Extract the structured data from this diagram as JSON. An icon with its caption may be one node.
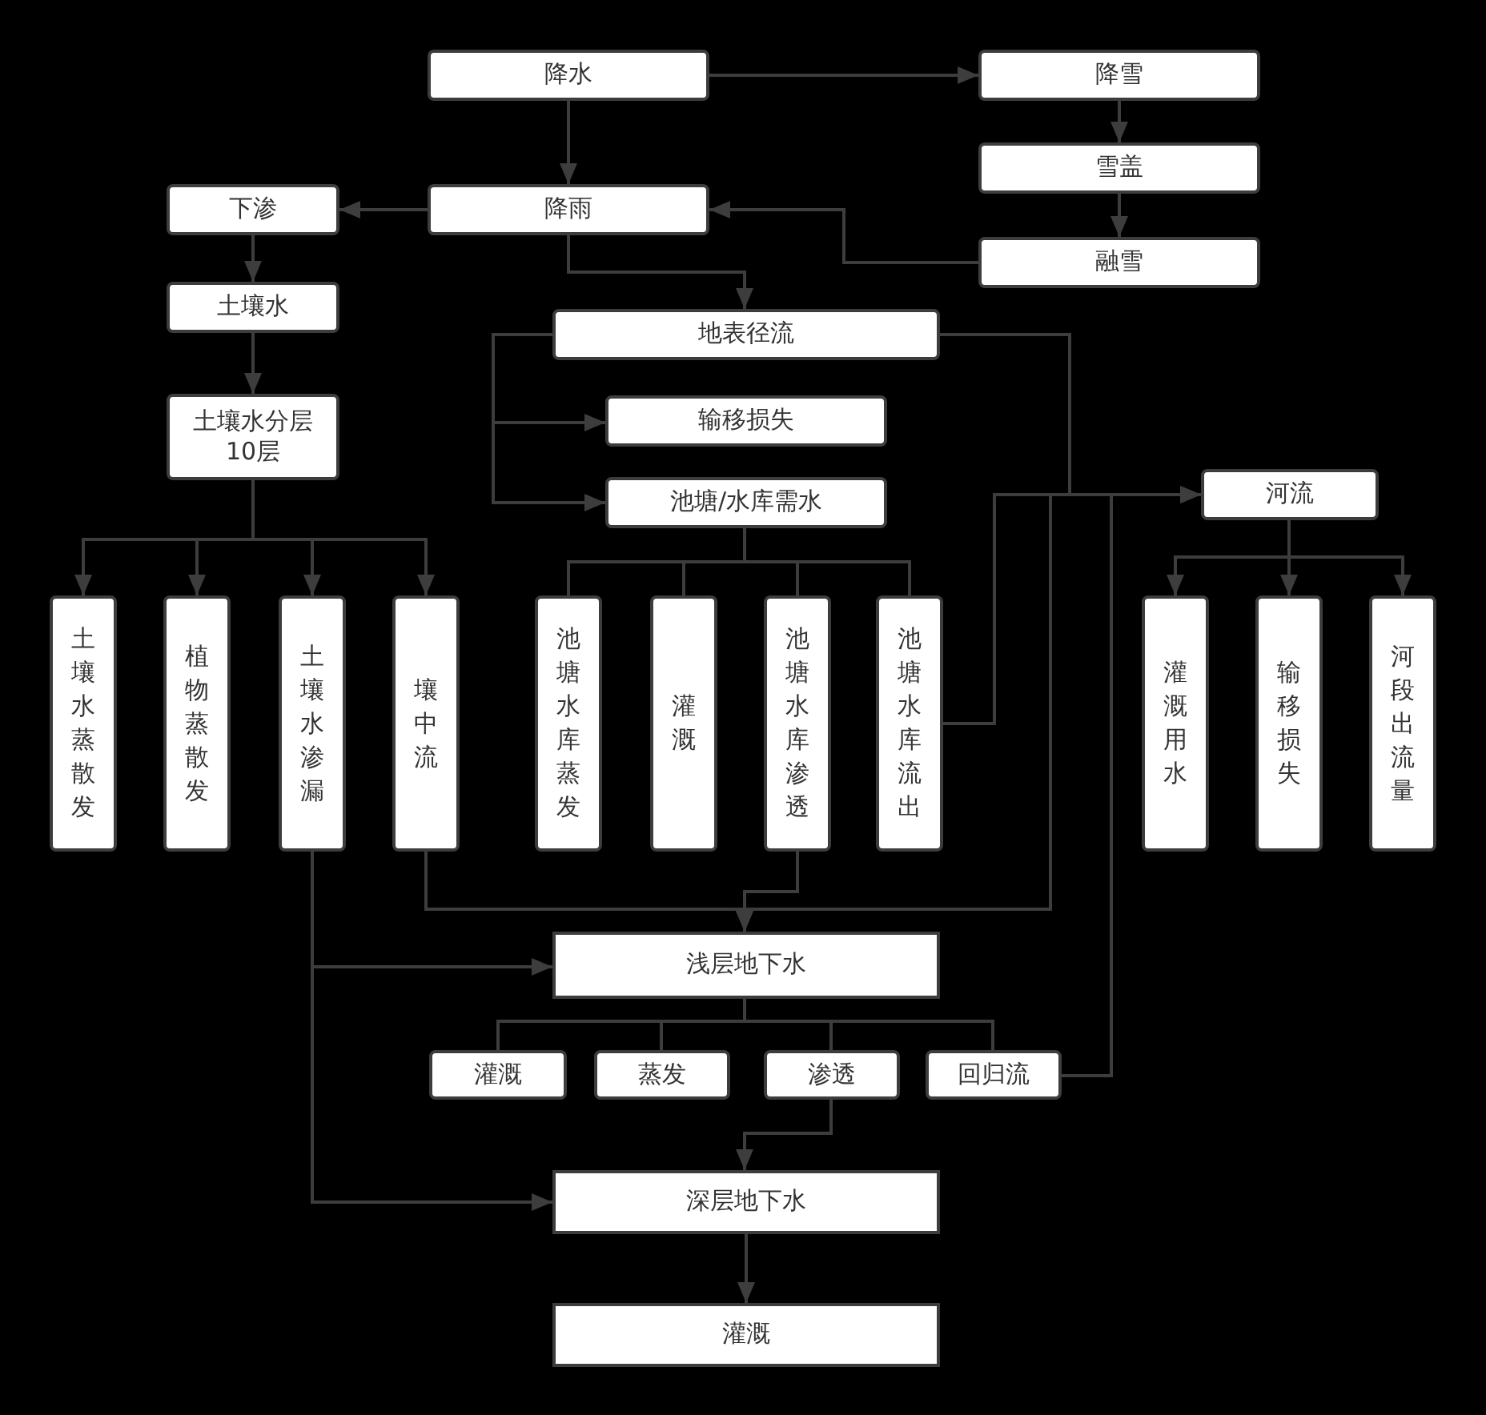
{
  "diagram": {
    "nodes": [
      {
        "text": [
          "降水"
        ]
      },
      {
        "text": [
          "降雪"
        ]
      },
      {
        "text": [
          "下渗"
        ]
      },
      {
        "text": [
          "降雨"
        ]
      },
      {
        "text": [
          "雪盖"
        ]
      },
      {
        "text": [
          "融雪"
        ]
      },
      {
        "text": [
          "土壤水"
        ]
      },
      {
        "text": [
          "地表径流"
        ]
      },
      {
        "text": [
          "输移损失"
        ]
      },
      {
        "text": [
          "土壤水分层",
          "10层"
        ]
      },
      {
        "text": [
          "河流"
        ]
      },
      {
        "text": [
          "池塘/水库需水"
        ]
      },
      {
        "text": [
          "土壤水蒸散发"
        ]
      },
      {
        "text": [
          "植物蒸散发"
        ]
      },
      {
        "text": [
          "土壤水渗漏"
        ]
      },
      {
        "text": [
          "壤中流"
        ]
      },
      {
        "text": [
          "池塘水库蒸发"
        ]
      },
      {
        "text": [
          "灌溉"
        ]
      },
      {
        "text": [
          "池塘水库渗透"
        ]
      },
      {
        "text": [
          "池塘水库流出"
        ]
      },
      {
        "text": [
          "灌溉用水"
        ]
      },
      {
        "text": [
          "输移损失"
        ]
      },
      {
        "text": [
          "河段出流量"
        ]
      },
      {
        "text": [
          "浅层地下水"
        ]
      },
      {
        "text": [
          "灌溉"
        ]
      },
      {
        "text": [
          "蒸发"
        ]
      },
      {
        "text": [
          "渗透"
        ]
      },
      {
        "text": [
          "回归流"
        ]
      },
      {
        "text": [
          "深层地下水"
        ]
      },
      {
        "text": [
          "灌溉"
        ]
      }
    ],
    "edges": [
      {
        "from": 0,
        "to": 1,
        "arrow": "to"
      },
      {
        "from": 0,
        "to": 3,
        "arrow": "to"
      },
      {
        "from": 1,
        "to": 4,
        "arrow": "to"
      },
      {
        "from": 4,
        "to": 5,
        "arrow": "to"
      },
      {
        "from": 5,
        "to": 3,
        "arrow": "to"
      },
      {
        "from": 3,
        "to": 2,
        "arrow": "to"
      },
      {
        "from": 3,
        "to": 7,
        "arrow": "to"
      },
      {
        "from": 2,
        "to": 6,
        "arrow": "to"
      },
      {
        "from": 6,
        "to": 9,
        "arrow": "to"
      },
      {
        "from": 7,
        "to": 8,
        "arrow": "to"
      },
      {
        "from": 7,
        "to": 11,
        "arrow": "to"
      },
      {
        "from": 7,
        "to": 10,
        "arrow": "to"
      },
      {
        "from": 9,
        "to": 12,
        "arrow": "to"
      },
      {
        "from": 9,
        "to": 13,
        "arrow": "to"
      },
      {
        "from": 9,
        "to": 14,
        "arrow": "to"
      },
      {
        "from": 9,
        "to": 15,
        "arrow": "to"
      },
      {
        "from": 11,
        "to": 16,
        "arrow": "none"
      },
      {
        "from": 11,
        "to": 17,
        "arrow": "none"
      },
      {
        "from": 11,
        "to": 18,
        "arrow": "none"
      },
      {
        "from": 11,
        "to": 19,
        "arrow": "none"
      },
      {
        "from": 10,
        "to": 20,
        "arrow": "to"
      },
      {
        "from": 10,
        "to": 21,
        "arrow": "to"
      },
      {
        "from": 10,
        "to": 22,
        "arrow": "to"
      },
      {
        "from": 19,
        "to": 10,
        "arrow": "to"
      },
      {
        "from": 27,
        "to": 10,
        "arrow": "to"
      },
      {
        "from": 10,
        "to": 23,
        "arrow": "to"
      },
      {
        "from": 15,
        "to": 23,
        "arrow": "to"
      },
      {
        "from": 18,
        "to": 23,
        "arrow": "to"
      },
      {
        "from": 14,
        "to": 23,
        "arrow": "to"
      },
      {
        "from": 14,
        "to": 28,
        "arrow": "to"
      },
      {
        "from": 23,
        "to": 24,
        "arrow": "none"
      },
      {
        "from": 23,
        "to": 25,
        "arrow": "none"
      },
      {
        "from": 23,
        "to": 26,
        "arrow": "none"
      },
      {
        "from": 23,
        "to": 27,
        "arrow": "none"
      },
      {
        "from": 26,
        "to": 28,
        "arrow": "to"
      },
      {
        "from": 28,
        "to": 29,
        "arrow": "to"
      }
    ]
  }
}
